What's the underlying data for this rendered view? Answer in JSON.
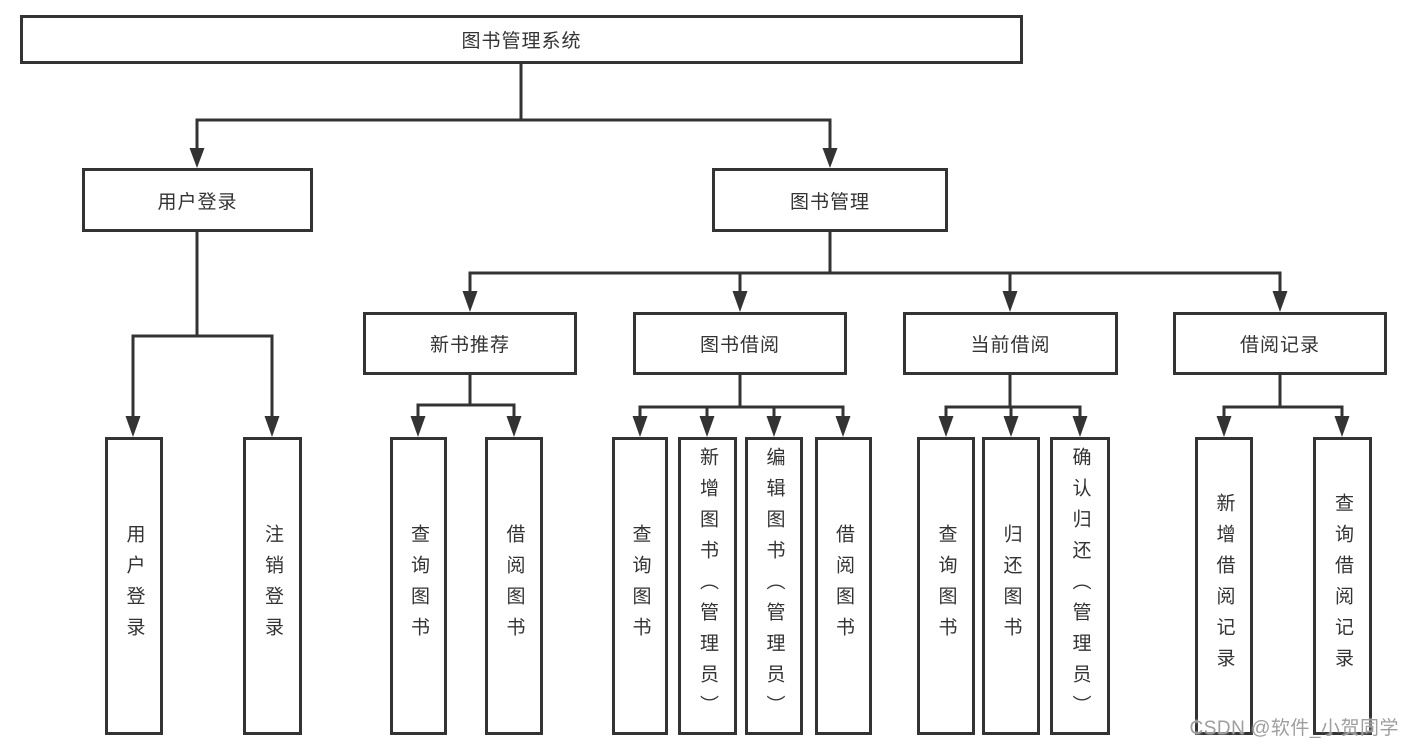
{
  "diagram": {
    "title": "图书管理系统",
    "tree": {
      "root": {
        "label": "图书管理系统",
        "children": [
          {
            "label": "用户登录",
            "children": [
              {
                "label": "用户登录"
              },
              {
                "label": "注销登录"
              }
            ]
          },
          {
            "label": "图书管理",
            "children": [
              {
                "label": "新书推荐",
                "children": [
                  {
                    "label": "查询图书"
                  },
                  {
                    "label": "借阅图书"
                  }
                ]
              },
              {
                "label": "图书借阅",
                "children": [
                  {
                    "label": "查询图书"
                  },
                  {
                    "label": "新增图书（管理员）"
                  },
                  {
                    "label": "编辑图书（管理员）"
                  },
                  {
                    "label": "借阅图书"
                  }
                ]
              },
              {
                "label": "当前借阅",
                "children": [
                  {
                    "label": "查询图书"
                  },
                  {
                    "label": "归还图书"
                  },
                  {
                    "label": "确认归还（管理员）"
                  }
                ]
              },
              {
                "label": "借阅记录",
                "children": [
                  {
                    "label": "新增借阅记录"
                  },
                  {
                    "label": "查询借阅记录"
                  }
                ]
              }
            ]
          }
        ]
      }
    },
    "watermark": "CSDN @软件_小贺同学",
    "colors": {
      "line": "#333333",
      "text": "#333333",
      "box_background": "#ffffff",
      "watermark": "#9e9e9e",
      "background": "#ffffff"
    }
  }
}
